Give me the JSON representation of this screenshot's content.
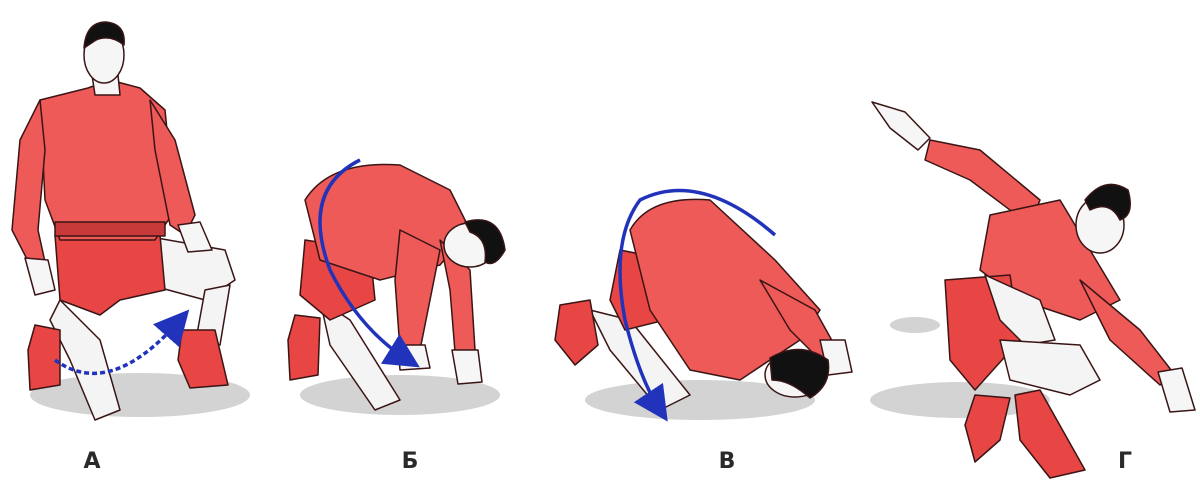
{
  "panels": [
    {
      "label": "А"
    },
    {
      "label": "Б"
    },
    {
      "label": "В"
    },
    {
      "label": "Г"
    }
  ],
  "colors": {
    "suit": "#ee5a58",
    "suit_dark": "#c83a3a",
    "boots": "#e84545",
    "hair": "#111111",
    "arrow": "#2233bb",
    "shadow": "#d3d3d3",
    "outline": "#3a1515"
  }
}
